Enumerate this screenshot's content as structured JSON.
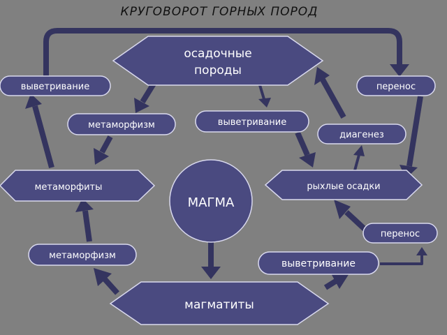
{
  "title": "КРУГОВОРОТ ГОРНЫХ ПОРОД",
  "nodes": {
    "sedimentary_line1": "осадочные",
    "sedimentary_line2": "породы",
    "magma": "МАГМА",
    "magmatites": "магматиты",
    "metamorphites": "метаморфиты",
    "loose_sediments": "рыхлые осадки"
  },
  "processes": {
    "weathering_left": "выветривание",
    "transfer_right": "перенос",
    "metamorphism_top": "метаморфизм",
    "weathering_center": "выветривание",
    "diagenesis": "диагенез",
    "metamorphism_bottom": "метаморфизм",
    "weathering_bottom": "выветривание",
    "transfer_bottom": "перенос"
  },
  "colors": {
    "background": "#808080",
    "node_fill": "#4a4a80",
    "node_stroke": "#d9d9ee",
    "arrow": "#34345f",
    "text": "#ffffff",
    "title": "#111111"
  }
}
